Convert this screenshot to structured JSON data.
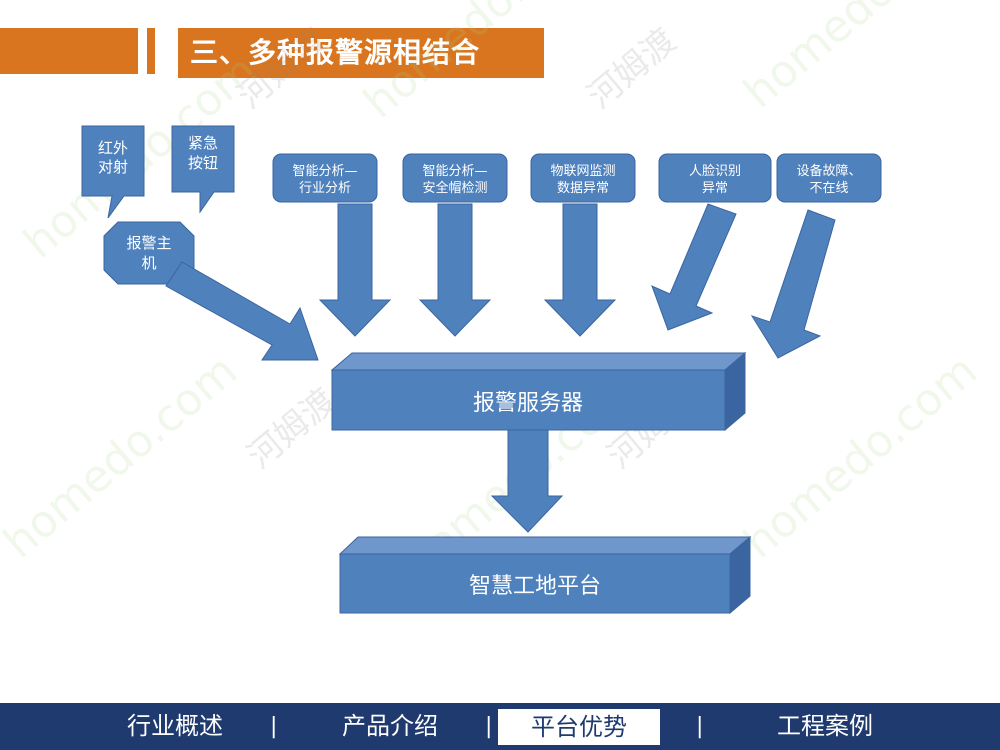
{
  "title": "三、多种报警源相结合",
  "diagram": {
    "callouts": [
      {
        "id": "infrared",
        "lines": [
          "红外",
          "对射"
        ]
      },
      {
        "id": "emergency",
        "lines": [
          "紧急",
          "按钮"
        ]
      }
    ],
    "alarm_host": {
      "lines": [
        "报警主",
        "机"
      ]
    },
    "sources": [
      {
        "id": "ai-industry",
        "lines": [
          "智能分析—",
          "行业分析"
        ]
      },
      {
        "id": "ai-helmet",
        "lines": [
          "智能分析—",
          "安全帽检测"
        ]
      },
      {
        "id": "iot",
        "lines": [
          "物联网监测",
          "数据异常"
        ]
      },
      {
        "id": "face",
        "lines": [
          "人脸识别",
          "异常"
        ]
      },
      {
        "id": "device",
        "lines": [
          "设备故障、",
          "不在线"
        ]
      }
    ],
    "server": "报警服务器",
    "platform": "智慧工地平台"
  },
  "nav": {
    "items": [
      "行业概述",
      "产品介绍",
      "平台优势",
      "工程案例"
    ],
    "active_index": 2,
    "separator": "|"
  },
  "watermark": {
    "text": "homedo.com",
    "cn": "河姆渡"
  },
  "colors": {
    "accent": "#d9751e",
    "shape": "#4f81bd",
    "shape_dark": "#3a65a0",
    "footer": "#1e3a6e"
  }
}
